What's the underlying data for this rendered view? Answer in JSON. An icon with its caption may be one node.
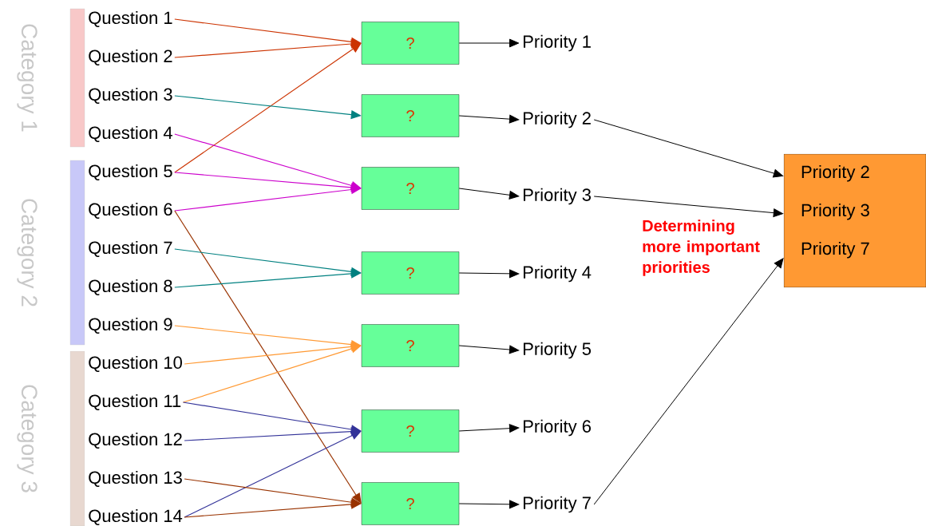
{
  "diagram": {
    "nodes": [
      {
        "text": [
          "Category 1"
        ]
      },
      {
        "text": [
          "Category 2"
        ]
      },
      {
        "text": [
          "Category 3"
        ]
      },
      {
        "text": [
          "Question 1"
        ]
      },
      {
        "text": [
          "Question 2"
        ]
      },
      {
        "text": [
          "Question 3"
        ]
      },
      {
        "text": [
          "Question 4"
        ]
      },
      {
        "text": [
          "Question 5"
        ]
      },
      {
        "text": [
          "Question 6"
        ]
      },
      {
        "text": [
          "Question 7"
        ]
      },
      {
        "text": [
          "Question 8"
        ]
      },
      {
        "text": [
          "Question 9"
        ]
      },
      {
        "text": [
          "Question 10"
        ]
      },
      {
        "text": [
          "Question 11"
        ]
      },
      {
        "text": [
          "Question 12"
        ]
      },
      {
        "text": [
          "Question 13"
        ]
      },
      {
        "text": [
          "Question 14"
        ]
      },
      {
        "text": [
          "?"
        ]
      },
      {
        "text": [
          "?"
        ]
      },
      {
        "text": [
          "?"
        ]
      },
      {
        "text": [
          "?"
        ]
      },
      {
        "text": [
          "?"
        ]
      },
      {
        "text": [
          "?"
        ]
      },
      {
        "text": [
          "?"
        ]
      },
      {
        "text": [
          "Priority 1"
        ]
      },
      {
        "text": [
          "Priority 2"
        ]
      },
      {
        "text": [
          "Priority 3"
        ]
      },
      {
        "text": [
          "Priority 4"
        ]
      },
      {
        "text": [
          "Priority 5"
        ]
      },
      {
        "text": [
          "Priority 6"
        ]
      },
      {
        "text": [
          "Priority 7"
        ]
      },
      {
        "text": [
          "Priority 2",
          "Priority 3",
          "Priority 7"
        ]
      }
    ],
    "edges": [
      {
        "from": 3,
        "to": 17,
        "arrow": "to",
        "color": "#cc3300"
      },
      {
        "from": 4,
        "to": 17,
        "arrow": "to",
        "color": "#cc3300"
      },
      {
        "from": 7,
        "to": 17,
        "arrow": "to",
        "color": "#cc3300"
      },
      {
        "from": 5,
        "to": 18,
        "arrow": "to",
        "color": "#008080"
      },
      {
        "from": 6,
        "to": 19,
        "arrow": "to",
        "color": "#cc00cc"
      },
      {
        "from": 7,
        "to": 19,
        "arrow": "to",
        "color": "#cc00cc"
      },
      {
        "from": 8,
        "to": 19,
        "arrow": "to",
        "color": "#cc00cc"
      },
      {
        "from": 8,
        "to": 23,
        "arrow": "to",
        "color": "#993300"
      },
      {
        "from": 9,
        "to": 20,
        "arrow": "to",
        "color": "#008080"
      },
      {
        "from": 10,
        "to": 20,
        "arrow": "to",
        "color": "#008080"
      },
      {
        "from": 11,
        "to": 21,
        "arrow": "to",
        "color": "#ff9933"
      },
      {
        "from": 12,
        "to": 21,
        "arrow": "to",
        "color": "#ff9933"
      },
      {
        "from": 13,
        "to": 21,
        "arrow": "to",
        "color": "#ff9933"
      },
      {
        "from": 13,
        "to": 22,
        "arrow": "to",
        "color": "#333399"
      },
      {
        "from": 14,
        "to": 22,
        "arrow": "to",
        "color": "#333399"
      },
      {
        "from": 16,
        "to": 22,
        "arrow": "to",
        "color": "#333399"
      },
      {
        "from": 15,
        "to": 23,
        "arrow": "to",
        "color": "#993300"
      },
      {
        "from": 16,
        "to": 23,
        "arrow": "to",
        "color": "#993300"
      },
      {
        "from": 17,
        "to": 24,
        "arrow": "to"
      },
      {
        "from": 18,
        "to": 25,
        "arrow": "to"
      },
      {
        "from": 19,
        "to": 26,
        "arrow": "to"
      },
      {
        "from": 20,
        "to": 27,
        "arrow": "to"
      },
      {
        "from": 21,
        "to": 28,
        "arrow": "to"
      },
      {
        "from": 22,
        "to": 29,
        "arrow": "to"
      },
      {
        "from": 23,
        "to": 30,
        "arrow": "to"
      },
      {
        "from": 25,
        "to": 31,
        "arrow": "to"
      },
      {
        "from": 26,
        "to": 31,
        "arrow": "to"
      },
      {
        "from": 30,
        "to": 31,
        "arrow": "to"
      }
    ],
    "labels": [
      "Determining more important priorities"
    ]
  }
}
